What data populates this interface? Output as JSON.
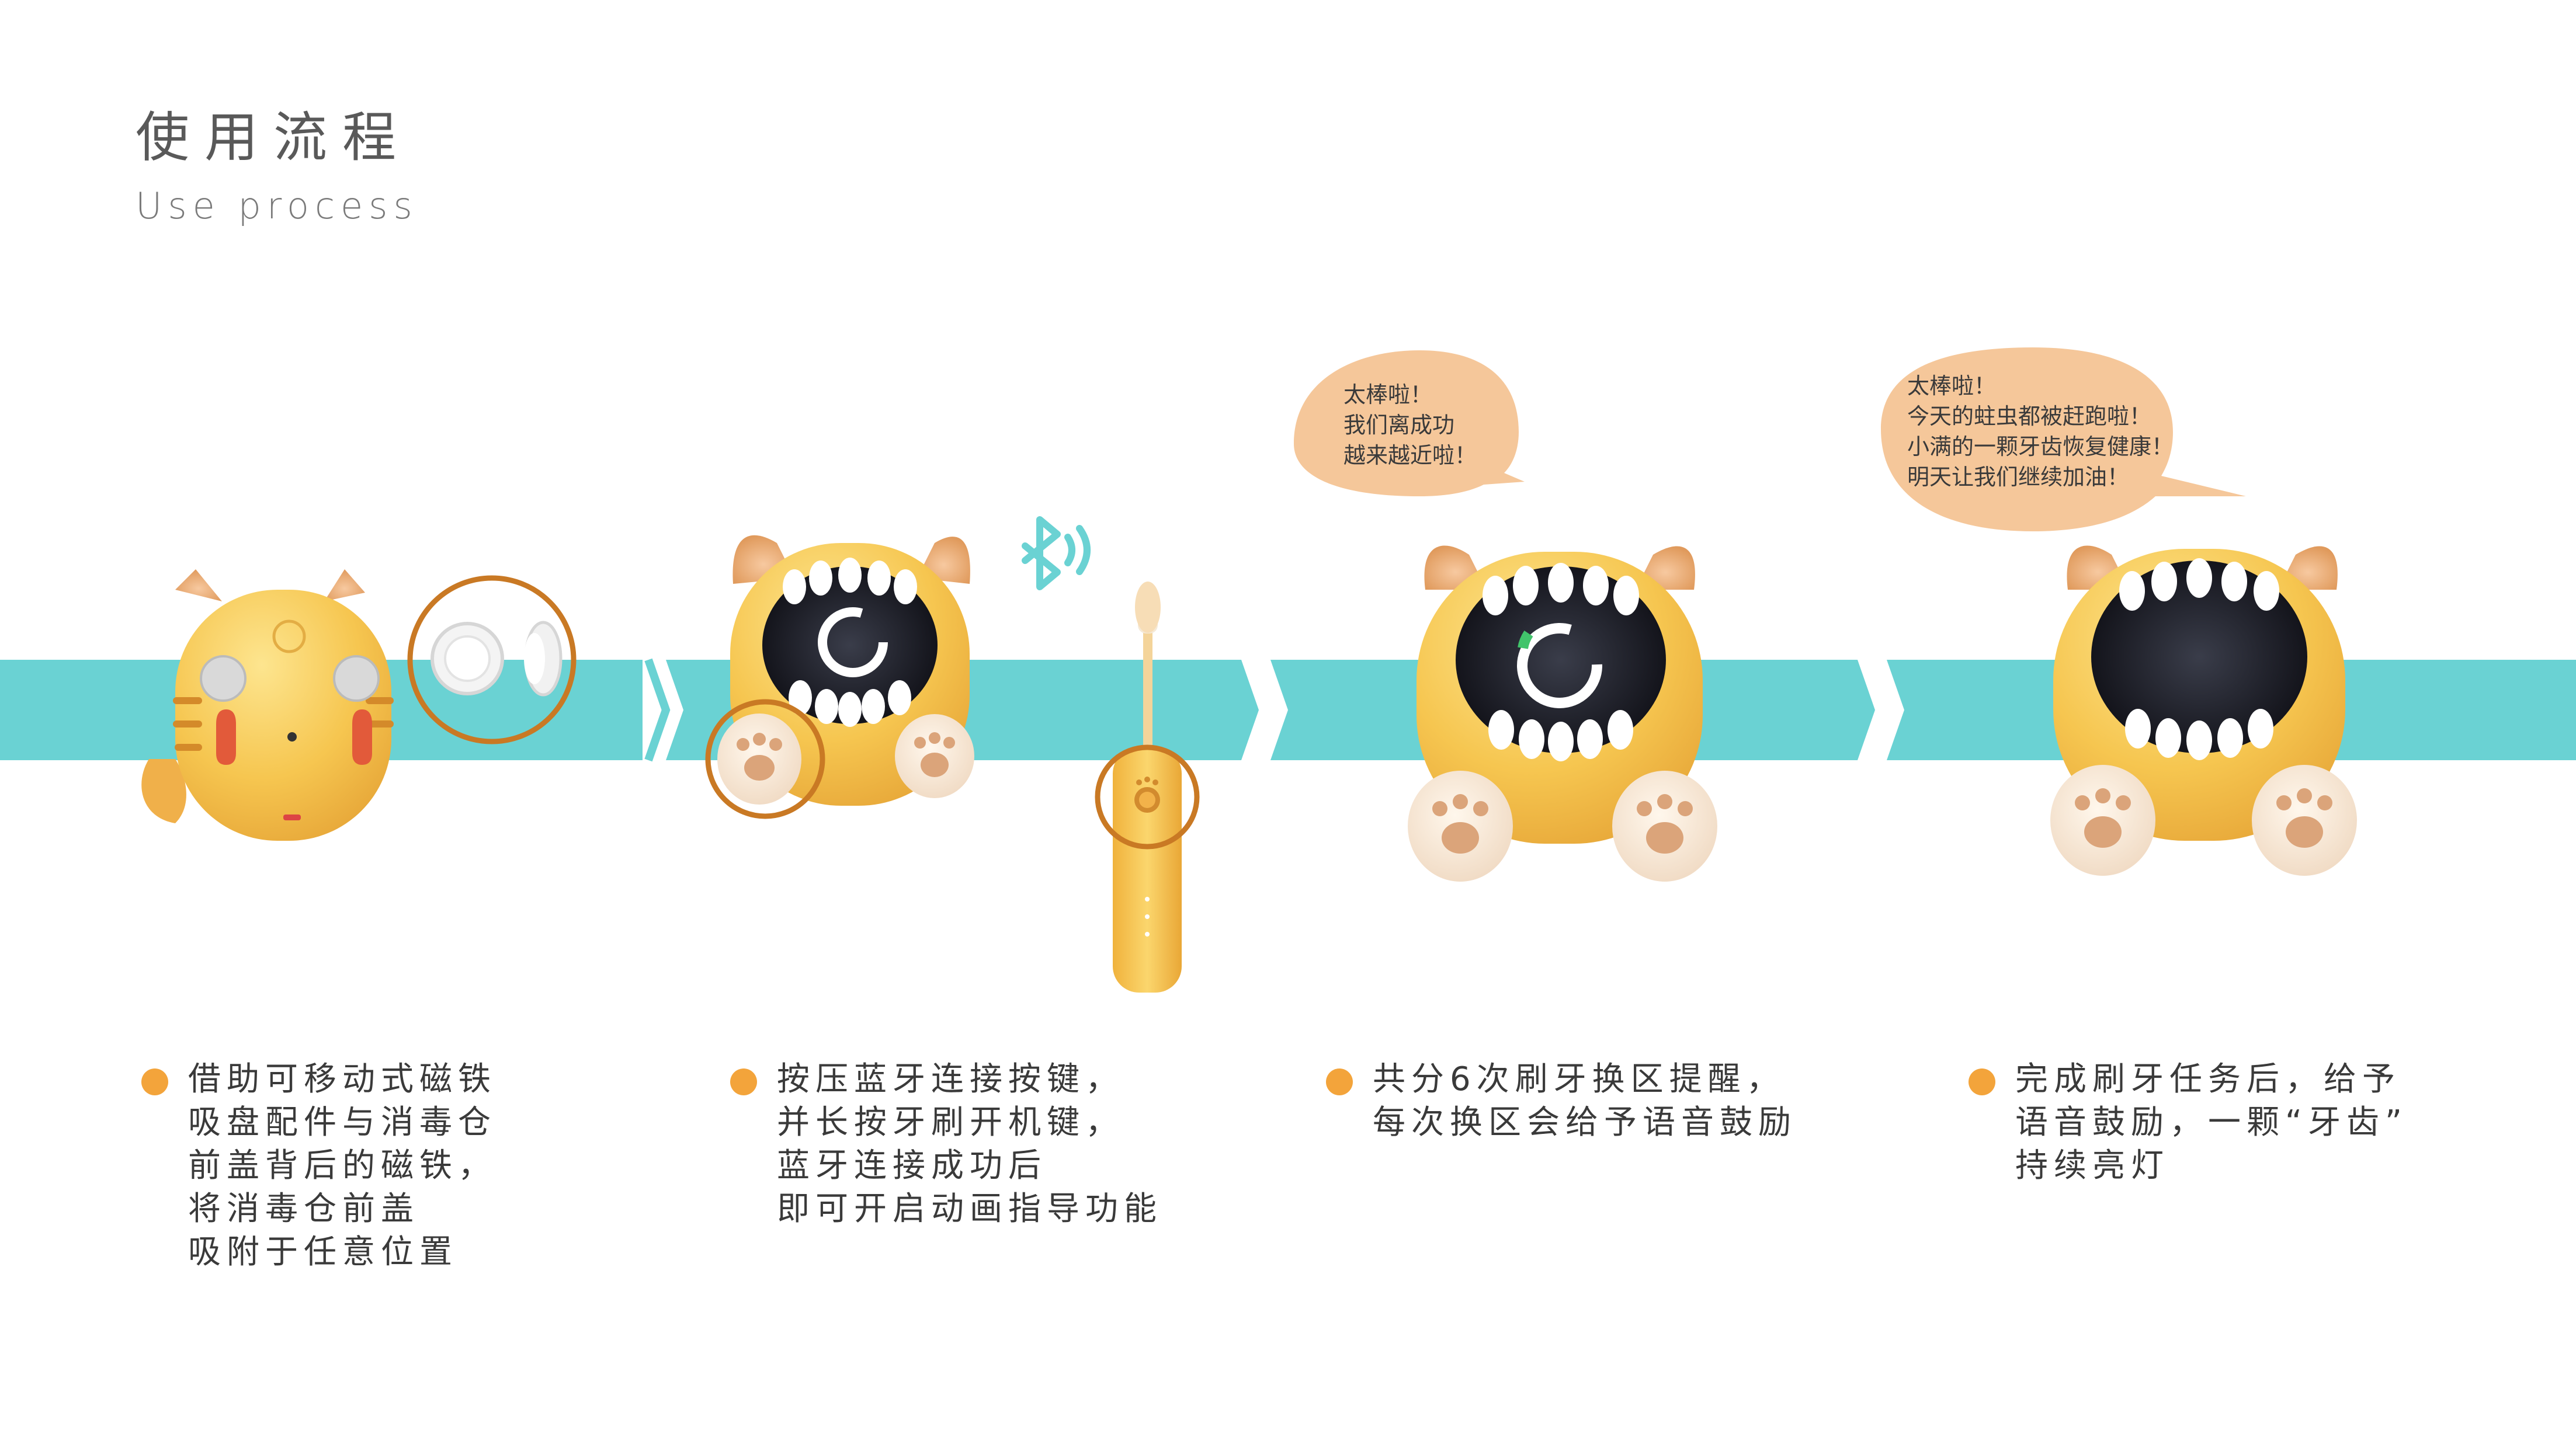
{
  "header": {
    "title_zh": "使用流程",
    "title_en": "Use process"
  },
  "colors": {
    "band": "#6ad2d3",
    "cat_body": "#f6c650",
    "cat_ear": "#f2b56e",
    "accent_orange": "#f3a43b",
    "circle_outline": "#c97924",
    "bubble": "#f5c79a",
    "paw_pad": "#dba47a",
    "bluetooth": "#6ad2d3"
  },
  "icons": [
    "bluetooth-icon",
    "bullet-dot"
  ],
  "bubbles": [
    {
      "lines": [
        "太棒啦！",
        "我们离成功",
        "越来越近啦！"
      ]
    },
    {
      "lines": [
        "太棒啦！",
        "今天的蛀虫都被赶跑啦！",
        "小满的一颗牙齿恢复健康！",
        "明天让我们继续加油！"
      ]
    }
  ],
  "steps": [
    {
      "lines": [
        "借助可移动式磁铁",
        "吸盘配件与消毒仓",
        "前盖背后的磁铁，",
        "将消毒仓前盖",
        "吸附于任意位置"
      ]
    },
    {
      "lines": [
        "按压蓝牙连接按键，",
        "并长按牙刷开机键，",
        "蓝牙连接成功后",
        "即可开启动画指导功能"
      ]
    },
    {
      "lines": [
        "共分6次刷牙换区提醒，",
        "每次换区会给予语音鼓励"
      ]
    },
    {
      "lines": [
        "完成刷牙任务后，给予",
        "语音鼓励，一颗“牙齿”",
        "持续亮灯"
      ]
    }
  ]
}
